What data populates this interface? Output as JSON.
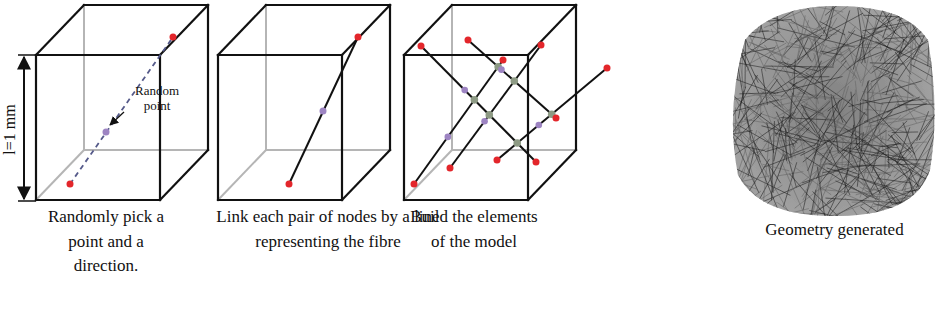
{
  "diagram": {
    "labels": [
      "l=1 mm",
      "Random point",
      "Randomly pick a point and a direction.",
      "Link each pair of nodes by a line representing the fibre",
      "Build the elements of the model",
      "Geometry generated"
    ]
  }
}
